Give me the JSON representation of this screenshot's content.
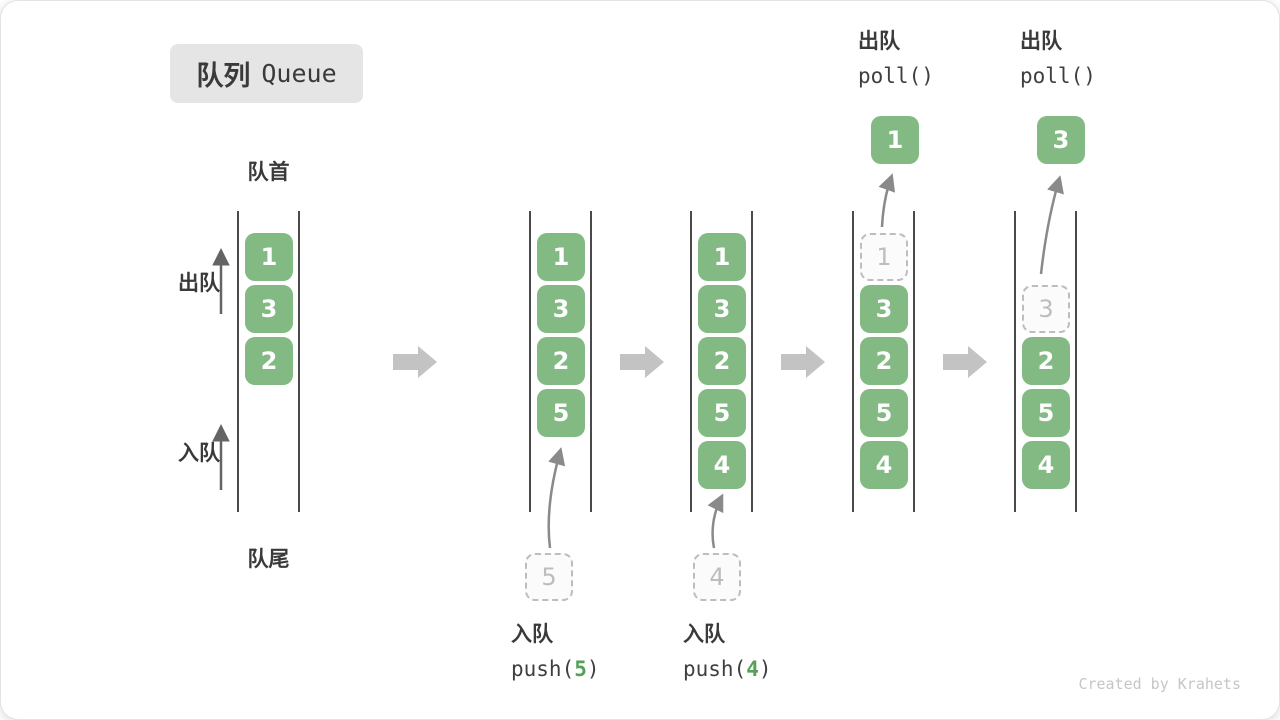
{
  "badge": {
    "zh": "队列",
    "en": "Queue"
  },
  "labels": {
    "front": "队首",
    "rear": "队尾",
    "dequeue": "出队",
    "enqueue": "入队"
  },
  "columns": [
    {
      "cells": [
        "1",
        "3",
        "2"
      ]
    },
    {
      "cells": [
        "1",
        "3",
        "2",
        "5"
      ],
      "incoming": "5"
    },
    {
      "cells": [
        "1",
        "3",
        "2",
        "5",
        "4"
      ],
      "incoming": "4"
    },
    {
      "cells": [
        "3",
        "2",
        "5",
        "4"
      ],
      "removed": "1",
      "polled": "1"
    },
    {
      "cells": [
        "2",
        "5",
        "4"
      ],
      "removed": "3",
      "polled": "3"
    }
  ],
  "ops": {
    "push5": {
      "name": "入队",
      "pre": "push(",
      "arg": "5",
      "post": ")"
    },
    "push4": {
      "name": "入队",
      "pre": "push(",
      "arg": "4",
      "post": ")"
    },
    "poll1": {
      "name": "出队",
      "code": "poll()"
    },
    "poll2": {
      "name": "出队",
      "code": "poll()"
    }
  },
  "watermark": "Created by Krahets",
  "colors": {
    "box_green": "#83b983",
    "accent_green": "#55a155",
    "channel_line": "#4a4a4a",
    "step_arrow_gray": "#c3c3c3",
    "curve_arrow_gray": "#8a8a8a",
    "ghost_gray": "#bdbdbd",
    "badge_bg": "#e5e5e5",
    "watermark_gray": "#c6c6c6"
  }
}
